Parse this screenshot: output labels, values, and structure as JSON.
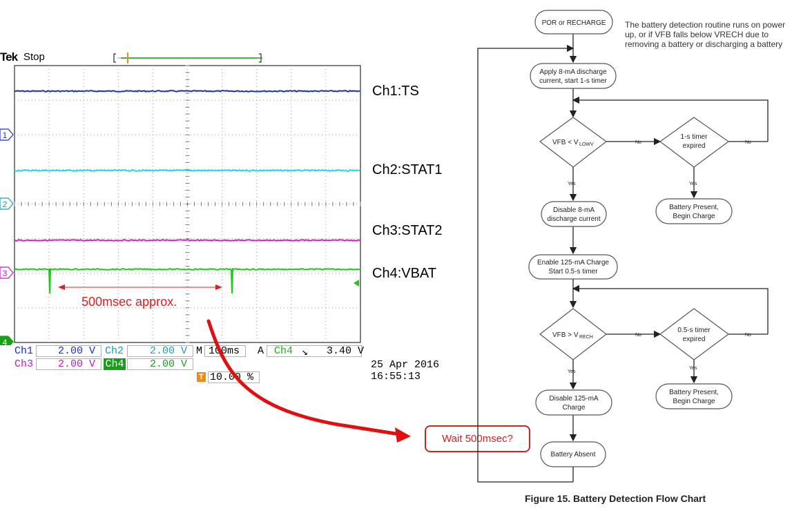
{
  "scope": {
    "brand": "Tek",
    "state": "Stop",
    "trigger_marker": "T",
    "ch_markers": [
      "1",
      "2",
      "3",
      "4"
    ],
    "readouts": {
      "ch1_label": "Ch1",
      "ch1_value": "2.00 V",
      "ch2_label": "Ch2",
      "ch2_value": "2.00 V",
      "ch3_label": "Ch3",
      "ch3_value": "2.00 V",
      "ch4_label": "Ch4",
      "ch4_value": "2.00 V",
      "time_label": "M",
      "time_value": "100ms",
      "trig_label": "A",
      "trig_source": "Ch4",
      "trig_slope": "↘",
      "trig_level": "3.40 V",
      "trig_pos_marker": "T",
      "trig_pos_value": "10.00 %"
    },
    "date": "25 Apr  2016",
    "time": "16:55:13",
    "colors": {
      "ch1": "#1a2fc8",
      "ch2": "#20d6e6",
      "ch3": "#d21fd0",
      "ch4": "#20c818",
      "trigger": "#f08a10"
    }
  },
  "channel_names": {
    "ch1": "Ch1:TS",
    "ch2": "Ch2:STAT1",
    "ch3": "Ch3:STAT2",
    "ch4": "Ch4:VBAT"
  },
  "annotation": {
    "interval": "500msec approx.",
    "question": "Wait 500msec?"
  },
  "flowchart": {
    "start": "POR or RECHARGE",
    "note": "The battery detection routine runs on power up, or if VFB falls below VRECH due to removing a battery or discharging a battery",
    "apply_line1": "Apply 8-mA discharge",
    "apply_line2": "current, start 1-s timer",
    "d1_main": "VFB < V",
    "d1_sub": "LOWV",
    "t1_line1": "1-s timer",
    "t1_line2": "expired",
    "disable8_line1": "Disable 8-mA",
    "disable8_line2": "discharge current",
    "present1_line1": "Battery Present,",
    "present1_line2": "Begin Charge",
    "enable_line1": "Enable 125-mA Charge",
    "enable_line2": "Start 0.5-s timer",
    "d2_main": "VFB > V",
    "d2_sub": "RECH",
    "t2_line1": "0.5-s timer",
    "t2_line2": "expired",
    "disable125_line1": "Disable 125-mA",
    "disable125_line2": "Charge",
    "present2_line1": "Battery Present,",
    "present2_line2": "Begin Charge",
    "absent": "Battery Absent",
    "no": "No",
    "yes": "Yes",
    "caption": "Figure 15.  Battery Detection Flow Chart"
  }
}
